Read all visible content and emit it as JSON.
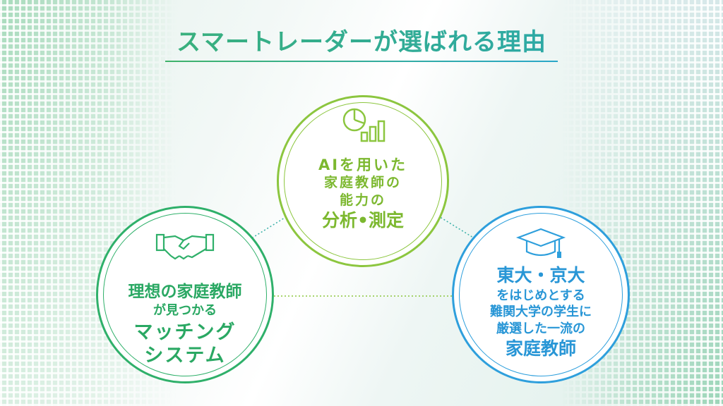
{
  "title": "スマートレーダーが選ばれる理由",
  "colors": {
    "green": "#2fb06a",
    "lime": "#8cc63f",
    "blue": "#2e9fdc"
  },
  "features": {
    "analysis": {
      "icon": "chart-icon",
      "lines": [
        "AIを用いた",
        "家庭教師の",
        "能力の",
        "分析•測定"
      ]
    },
    "matching": {
      "icon": "handshake-icon",
      "lines": [
        "理想の家庭教師",
        "が見つかる",
        "マッチング",
        "システム"
      ]
    },
    "tutors": {
      "icon": "graduation-cap-icon",
      "lines": [
        "東大・京大",
        "をはじめとする",
        "難関大学の学生に",
        "厳選した一流の",
        "家庭教師"
      ]
    }
  }
}
